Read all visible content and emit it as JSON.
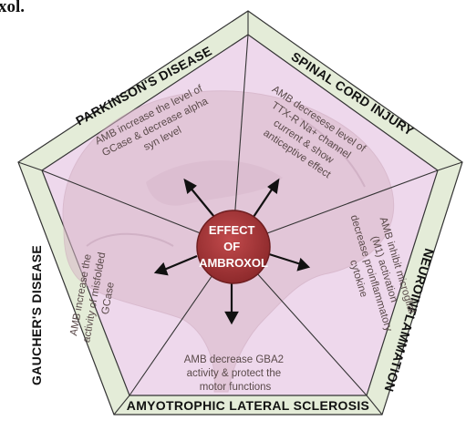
{
  "header": {
    "title": "xol."
  },
  "center": {
    "lines": [
      "EFFECT",
      "OF",
      "AMBROXOL"
    ]
  },
  "sections": {
    "parkinsons": {
      "label": "PARKINSON'S DISEASE",
      "lines": [
        "AMB increase the level of",
        "GCase & decrease alpha",
        "syn level"
      ]
    },
    "spinal": {
      "label": "SPINAL CORD INJURY",
      "lines": [
        "AMB decresese level of",
        "TTX-R Na+ channel",
        "current & show",
        "anticeptive effect"
      ]
    },
    "neuro": {
      "label": "NEUROINFLAMMATION",
      "lines": [
        "AMB inhibit microglial",
        "(M1) activation",
        "decrease proinflammatory",
        "cytokine"
      ]
    },
    "als": {
      "label": "AMYOTROPHIC LATERAL SCLEROSIS",
      "lines": [
        "AMB decrease  GBA2",
        "activity & protect the",
        "motor functions"
      ]
    },
    "gaucher": {
      "label": "GAUCHER'S DISEASE",
      "lines": [
        "AMB increase the",
        "activity of misfolded",
        "GCase"
      ]
    }
  },
  "colors": {
    "outer_band": "#e4ecd8",
    "inner_fill": "#eed8ec",
    "center_circle": "#a8383a",
    "brain_tint": "#d9b8c8",
    "outline": "#333333"
  }
}
